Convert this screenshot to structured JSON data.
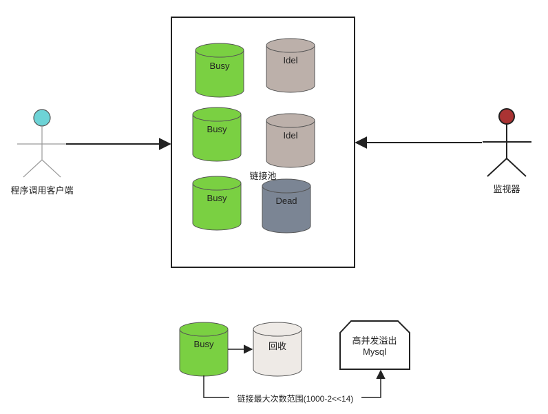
{
  "client_actor": {
    "label": "程序调用客户端",
    "head_color": "#6dd3d6"
  },
  "monitor_actor": {
    "label": "监视器",
    "head_color": "#aa3333"
  },
  "pool": {
    "label": "链接池",
    "items": [
      {
        "label": "Busy",
        "status": "busy"
      },
      {
        "label": "Idel",
        "status": "idle"
      },
      {
        "label": "Busy",
        "status": "busy"
      },
      {
        "label": "Idel",
        "status": "idle"
      },
      {
        "label": "Busy",
        "status": "busy"
      },
      {
        "label": "Dead",
        "status": "dead"
      }
    ]
  },
  "lifecycle": {
    "busy_label": "Busy",
    "recycle_label": "回收",
    "overflow_label": "高并发溢出\nMysql",
    "limit_label": "链接最大次数范围(1000-2<<14)"
  },
  "colors": {
    "busy": "#7ad042",
    "idle": "#bcb0aa",
    "dead": "#7b8594",
    "recycle": "#eeeae6"
  }
}
